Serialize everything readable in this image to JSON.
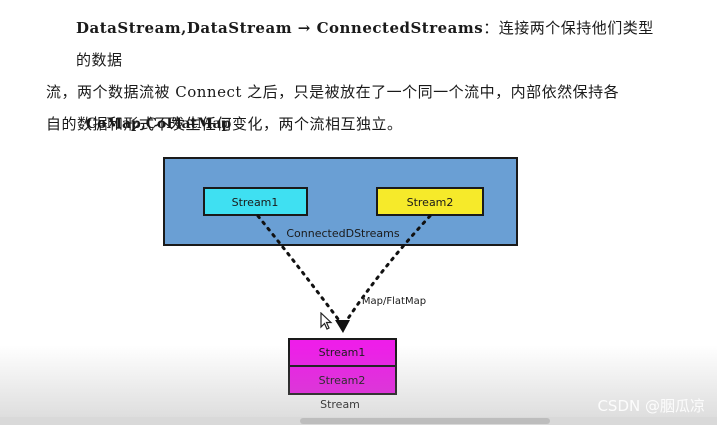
{
  "text": {
    "line1_bold": "DataStream,DataStream → ConnectedStreams",
    "line1_rest": "：连接两个保持他们类型的数据",
    "line2": "流，两个数据流被 Connect 之后，只是被放在了一个同一个流中，内部依然保持各",
    "line3": "自的数据和形式不发生任何变化，两个流相互独立。",
    "heading": "CoMap,CoFlatMap"
  },
  "diagram": {
    "outer_label": "ConnectedDStreams",
    "stream_left": "Stream1",
    "stream_right": "Stream2",
    "arrow_label": "Map/FlatMap",
    "result_top": "Stream1",
    "result_bottom": "Stream2",
    "result_caption": "Stream"
  },
  "colors": {
    "outer_fill": "#6a9fd4",
    "stream1_fill": "#3fe0f2",
    "stream2_fill": "#f6ea2a",
    "result_fill": "#ee1ee9"
  },
  "watermark": "CSDN @胭瓜凉",
  "icons": [
    "cursor-icon"
  ]
}
